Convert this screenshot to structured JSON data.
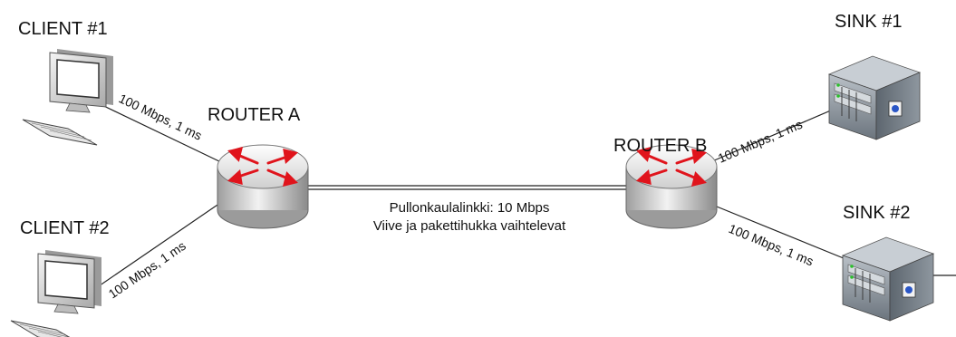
{
  "nodes": {
    "client1": {
      "label": "CLIENT #1"
    },
    "client2": {
      "label": "CLIENT #2"
    },
    "router_a": {
      "label": "ROUTER A"
    },
    "router_b": {
      "label": "ROUTER B"
    },
    "sink1": {
      "label": "SINK #1"
    },
    "sink2": {
      "label": "SINK #2"
    }
  },
  "links": {
    "client1_router_a": "100 Mbps, 1 ms",
    "client2_router_a": "100 Mbps, 1 ms",
    "router_b_sink1": "100 Mbps, 1 ms",
    "router_b_sink2": "100 Mbps, 1 ms",
    "bottleneck": {
      "line1": "Pullonkaulalinkki: 10 Mbps",
      "line2": "Viive ja pakettihukka vaihtelevat"
    }
  },
  "colors": {
    "router_arrow": "#e0141c",
    "router_body": "#d9d9d9",
    "server_body": "#7d8791",
    "monitor_frame": "#cfcfcf",
    "screen": "#ffffff",
    "line": "#222222"
  },
  "icons": {
    "client": "desktop-computer-icon",
    "router": "router-icon",
    "sink": "server-icon"
  }
}
